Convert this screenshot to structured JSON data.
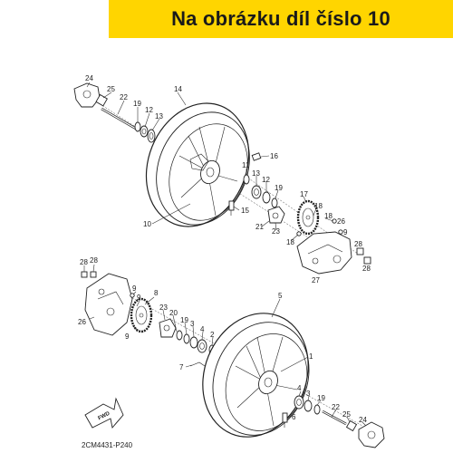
{
  "banner": {
    "text": "Na obrázku díl číslo 10",
    "background": "#ffd500"
  },
  "diagram": {
    "code": "2CM4431-P240",
    "fwd_label": "FWD",
    "part_labels": [
      {
        "id": "top-24",
        "text": "24"
      },
      {
        "id": "top-25",
        "text": "25"
      },
      {
        "id": "top-22",
        "text": "22"
      },
      {
        "id": "top-19a",
        "text": "19"
      },
      {
        "id": "top-12a",
        "text": "12"
      },
      {
        "id": "top-13a",
        "text": "13"
      },
      {
        "id": "top-14",
        "text": "14"
      },
      {
        "id": "top-16",
        "text": "16"
      },
      {
        "id": "top-11",
        "text": "11"
      },
      {
        "id": "top-13b",
        "text": "13"
      },
      {
        "id": "top-12b",
        "text": "12"
      },
      {
        "id": "top-19b",
        "text": "19"
      },
      {
        "id": "top-17",
        "text": "17"
      },
      {
        "id": "top-18a",
        "text": "18"
      },
      {
        "id": "top-18b",
        "text": "18"
      },
      {
        "id": "top-15",
        "text": "15"
      },
      {
        "id": "top-21",
        "text": "21"
      },
      {
        "id": "top-23",
        "text": "23"
      },
      {
        "id": "top-18c",
        "text": "18"
      },
      {
        "id": "top-10",
        "text": "10"
      },
      {
        "id": "top-26",
        "text": "26"
      },
      {
        "id": "top-9",
        "text": "9"
      },
      {
        "id": "top-28a",
        "text": "28"
      },
      {
        "id": "top-28b",
        "text": "28"
      },
      {
        "id": "top-27",
        "text": "27"
      },
      {
        "id": "bot-28a",
        "text": "28"
      },
      {
        "id": "bot-28b",
        "text": "28"
      },
      {
        "id": "bot-9a",
        "text": "9"
      },
      {
        "id": "bot-9b",
        "text": "9"
      },
      {
        "id": "bot-8",
        "text": "8"
      },
      {
        "id": "bot-5",
        "text": "5"
      },
      {
        "id": "bot-26",
        "text": "26"
      },
      {
        "id": "bot-23",
        "text": "23"
      },
      {
        "id": "bot-20",
        "text": "20"
      },
      {
        "id": "bot-19a",
        "text": "19"
      },
      {
        "id": "bot-3a",
        "text": "3"
      },
      {
        "id": "bot-4a",
        "text": "4"
      },
      {
        "id": "bot-2",
        "text": "2"
      },
      {
        "id": "bot-9c",
        "text": "9"
      },
      {
        "id": "bot-1",
        "text": "1"
      },
      {
        "id": "bot-7",
        "text": "7"
      },
      {
        "id": "bot-4b",
        "text": "4"
      },
      {
        "id": "bot-3b",
        "text": "3"
      },
      {
        "id": "bot-19b",
        "text": "19"
      },
      {
        "id": "bot-22",
        "text": "22"
      },
      {
        "id": "bot-6",
        "text": "6"
      },
      {
        "id": "bot-25",
        "text": "25"
      },
      {
        "id": "bot-24",
        "text": "24"
      }
    ]
  }
}
